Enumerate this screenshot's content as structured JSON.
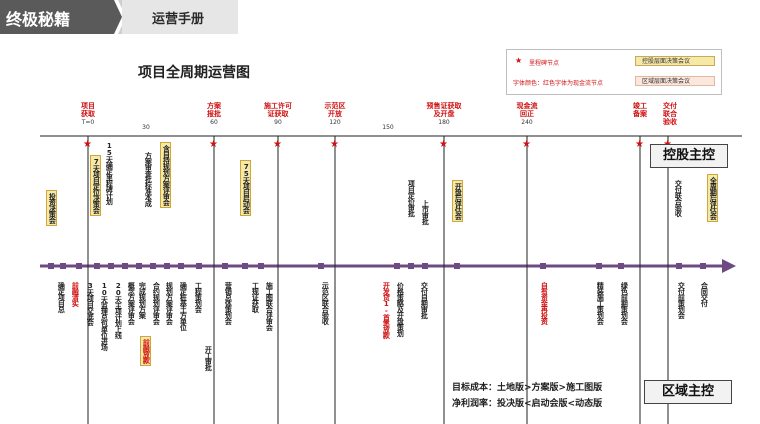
{
  "header": {
    "title": "终极秘籍",
    "subtitle": "运营手册"
  },
  "diagram_title": "项目全周期运营图",
  "legend": {
    "star_label": "里程碑节点",
    "color_label": "字体颜色：红色字体为现金流节点",
    "box1": "控股层面决策会议",
    "box2": "区域层面决策会议"
  },
  "milestones": [
    {
      "label": "项目\n获取",
      "sub": "T=0"
    },
    {
      "label": "方案\n报批",
      "sub": "60"
    },
    {
      "label": "施工许可\n证获取",
      "sub": "90"
    },
    {
      "label": "示范区\n开放",
      "sub": "120"
    },
    {
      "label": "预售证获取\n及开盘",
      "sub": "180"
    },
    {
      "label": "现金流\n回正",
      "sub": "240"
    },
    {
      "label": "竣工\n备案",
      "sub": ""
    },
    {
      "label": "交付\n联合\n验收",
      "sub": ""
    }
  ],
  "ticks": [
    "30",
    "150"
  ],
  "control": {
    "top": "控股主控",
    "bottom": "区域主控"
  },
  "above": [
    {
      "text": "投资决策会",
      "box": true
    },
    {
      "text": "7天项目定位决策会",
      "box": true
    },
    {
      "text": "15天确定里程碑计划",
      "box": false
    },
    {
      "text": "方案审查批标准本成",
      "box": false
    },
    {
      "text": "含自持规划方案评审会",
      "box": true
    },
    {
      "text": "75天项目启动会",
      "box": true
    },
    {
      "text": "项目定价审批",
      "box": false
    },
    {
      "text": "上市审批",
      "box": false
    },
    {
      "text": "开盘后评估会",
      "box": true
    },
    {
      "text": "交付联合验收",
      "box": false
    },
    {
      "text": "全周期后评估会",
      "box": true
    }
  ],
  "below": [
    {
      "text": "确定项目总",
      "red": false
    },
    {
      "text": "前融清实",
      "red": true
    },
    {
      "text": "3天项目交底会",
      "red": false
    },
    {
      "text": "10天监理总包单位进场",
      "red": false
    },
    {
      "text": "20天主项计划上线",
      "red": false
    },
    {
      "text": "概念方案评审会",
      "red": false
    },
    {
      "text": "完成规划方案",
      "red": false
    },
    {
      "text": "前融放款",
      "red": true
    },
    {
      "text": "合约规划评审会",
      "red": false
    },
    {
      "text": "规划方案评审会",
      "red": false
    },
    {
      "text": "确定桩基土方单位",
      "red": false
    },
    {
      "text": "工程策划会",
      "red": false
    },
    {
      "text": "开工审批",
      "red": false
    },
    {
      "text": "营销总体策划会",
      "red": false
    },
    {
      "text": "工规证获取",
      "red": false
    },
    {
      "text": "施工图联合评审会",
      "red": false
    },
    {
      "text": "示范区联合验收",
      "red": false
    },
    {
      "text": "开发贷1-首笔放款",
      "red": true
    },
    {
      "text": "价格策略及开盘策划",
      "red": false
    },
    {
      "text": "交付自期审批",
      "red": false
    },
    {
      "text": "自有资金再投资",
      "red": true
    },
    {
      "text": "精装施工策划会",
      "red": false
    },
    {
      "text": "绿色前期策划会",
      "red": false
    },
    {
      "text": "交付前策划会",
      "red": false
    },
    {
      "text": "合同交付",
      "red": false
    }
  ],
  "notes": {
    "line1": "目标成本：土地版>方案版>施工图版",
    "line2": "净利润率：投决版<启动会版<动态版"
  }
}
